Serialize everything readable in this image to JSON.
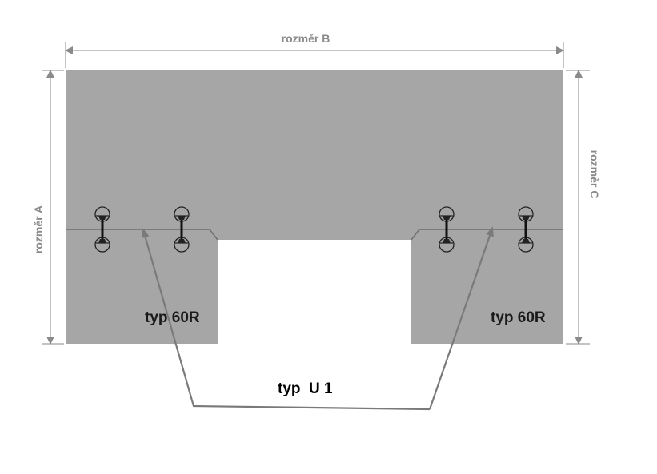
{
  "labels": {
    "dim_a": "rozměr A",
    "dim_b": "rozměr B",
    "dim_c": "rozměr C",
    "type_left": "typ 60R",
    "type_right": "typ 60R",
    "type_center": "typ  U 1"
  },
  "colors": {
    "panel": "#a6a6a6",
    "dimension_line": "#8a8a8a",
    "pointer": "#7a7a7a",
    "seam": "#6f6f6f",
    "connector_bar": "#111111"
  },
  "connectors": {
    "count": 4,
    "icon": "bolt-connector-icon"
  }
}
